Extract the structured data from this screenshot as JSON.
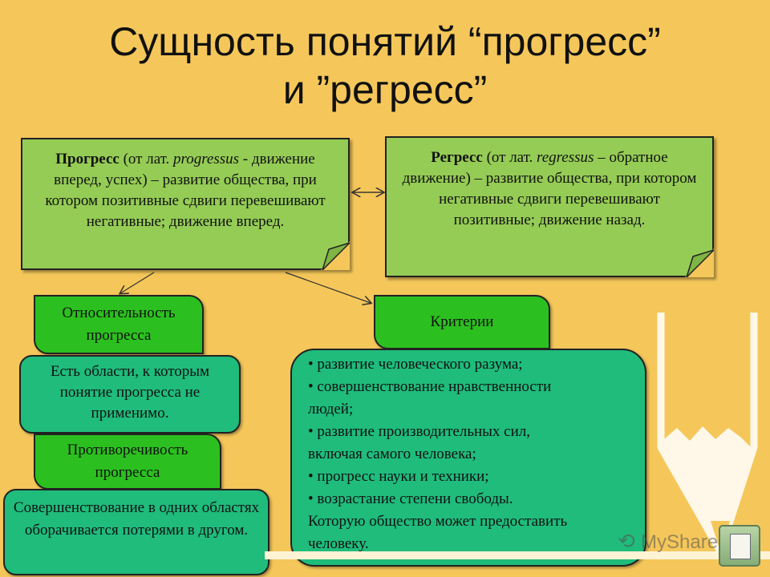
{
  "title": {
    "line1": "Сущность понятий “прогресс”",
    "line2": "и ”регресс”"
  },
  "progress_def": {
    "term": "Прогресс",
    "pre": " (от лат. ",
    "latin": "progressus",
    "rest": " - движение вперед, успех) – развитие общества, при котором позитивные сдвиги перевешивают негативные; движение вперед."
  },
  "regress_def": {
    "term": "Регресс",
    "pre": " (от лат. ",
    "latin": "regressus",
    "rest": " – обратное движение) – развитие общества, при котором негативные сдвиги перевешивают позитивные; движение назад."
  },
  "relativity": {
    "tab": "Относительность прогресса",
    "text": "Есть области, к которым понятие прогресса не применимо."
  },
  "contradiction": {
    "tab": "Противоречивость прогресса",
    "text": "Совершенствование в одних областях оборачивается потерями в другом."
  },
  "criteria": {
    "tab": "Критерии",
    "lines": [
      "• развитие человеческого разума;",
      "• совершенствование нравственности",
      "людей;",
      "• развитие производительных сил,",
      "включая самого человека;",
      "• прогресс науки и техники;",
      "• возрастание степени свободы.",
      "Которую общество может предоставить",
      "человеку."
    ]
  },
  "watermark": "MyShared",
  "colors": {
    "background": "#f5c75a",
    "definition_box": "#95cc55",
    "tab": "#2bc01f",
    "card": "#1fbc7c"
  }
}
